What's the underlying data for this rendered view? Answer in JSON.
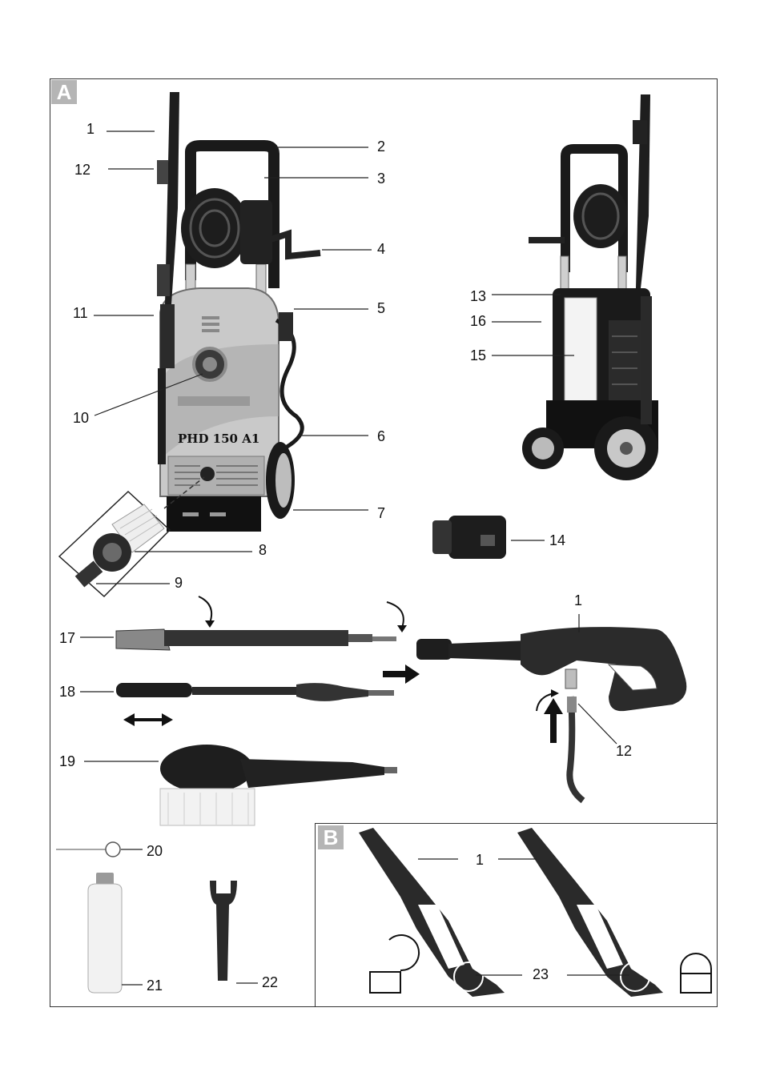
{
  "sections": {
    "a_label": "A",
    "b_label": "B"
  },
  "device": {
    "model_marking": "PHD 150 A1"
  },
  "callouts": {
    "n1": "1",
    "n2": "2",
    "n3": "3",
    "n4": "4",
    "n5": "5",
    "n6": "6",
    "n7": "7",
    "n8": "8",
    "n9": "9",
    "n10": "10",
    "n11": "11",
    "n12": "12",
    "n13": "13",
    "n14": "14",
    "n15": "15",
    "n16": "16",
    "n17": "17",
    "n18": "18",
    "n19": "19",
    "n20": "20",
    "n21": "21",
    "n22": "22",
    "n23": "23"
  }
}
